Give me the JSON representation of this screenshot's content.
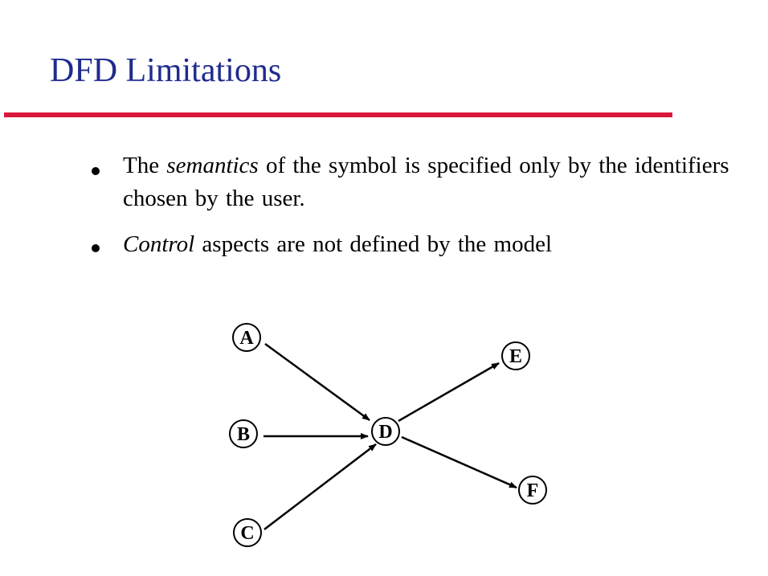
{
  "slide": {
    "title": "DFD Limitations",
    "accent_color": "#d8183a",
    "title_color": "#1f2b8e"
  },
  "bullets": [
    {
      "before": "The ",
      "emphasis": "semantics",
      "after": " of the symbol is specified only by the identifiers chosen by the user."
    },
    {
      "before": "",
      "emphasis": "Control",
      "after": " aspects are not defined by the model"
    }
  ],
  "diagram": {
    "nodes": [
      {
        "id": "A",
        "label": "A"
      },
      {
        "id": "B",
        "label": "B"
      },
      {
        "id": "C",
        "label": "C"
      },
      {
        "id": "D",
        "label": "D"
      },
      {
        "id": "E",
        "label": "E"
      },
      {
        "id": "F",
        "label": "F"
      }
    ],
    "edges": [
      {
        "from": "A",
        "to": "D"
      },
      {
        "from": "B",
        "to": "D"
      },
      {
        "from": "C",
        "to": "D"
      },
      {
        "from": "D",
        "to": "E"
      },
      {
        "from": "D",
        "to": "F"
      }
    ]
  }
}
